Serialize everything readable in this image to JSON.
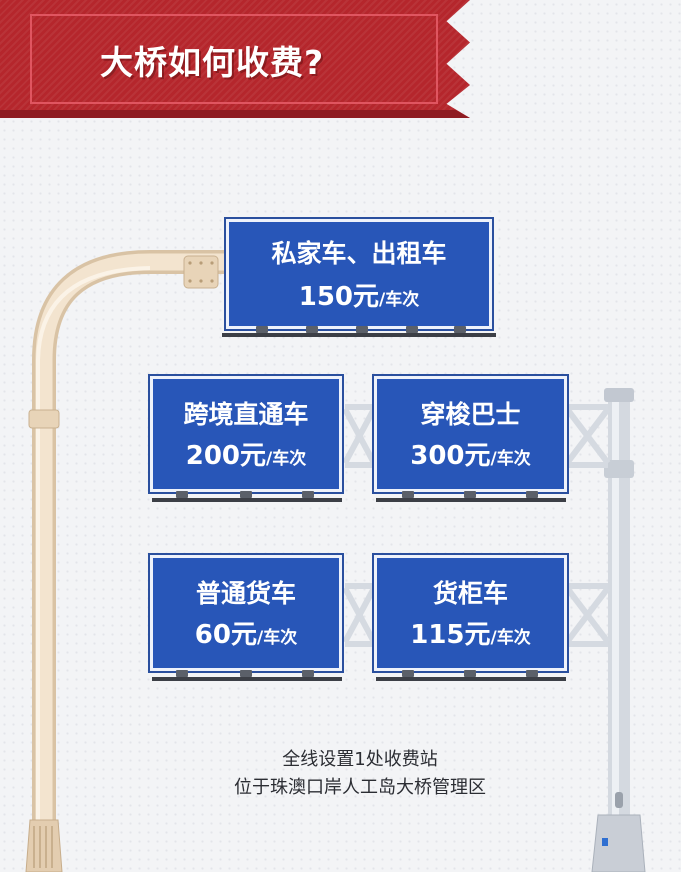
{
  "header": {
    "title": "大桥如何收费?"
  },
  "signs": [
    {
      "name": "私家车、出租车",
      "amount": "150元",
      "unit": "/车次"
    },
    {
      "name": "跨境直通车",
      "amount": "200元",
      "unit": "/车次"
    },
    {
      "name": "穿梭巴士",
      "amount": "300元",
      "unit": "/车次"
    },
    {
      "name": "普通货车",
      "amount": "60元",
      "unit": "/车次"
    },
    {
      "name": "货柜车",
      "amount": "115元",
      "unit": "/车次"
    }
  ],
  "footer": {
    "line1": "全线设置1处收费站",
    "line2": "位于珠澳口岸人工岛大桥管理区"
  },
  "colors": {
    "ribbon": "#b5262c",
    "sign": "#2856b8",
    "left_pole": "#efdcc4",
    "right_pole": "#d8dde4"
  }
}
